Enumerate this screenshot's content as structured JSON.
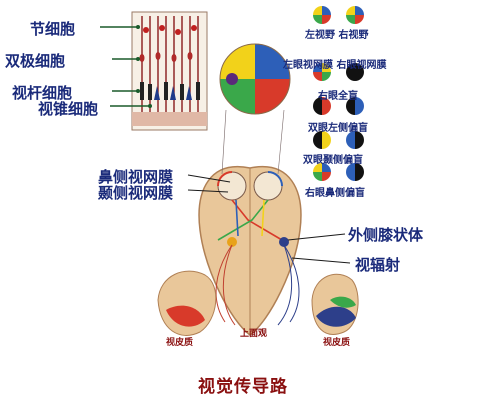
{
  "labels": {
    "ganglion_cell": "节细胞",
    "bipolar_cell": "双极细胞",
    "rod_cell": "视杆细胞",
    "cone_cell": "视锥细胞",
    "nasal_retina": "鼻侧视网膜",
    "temporal_retina": "颞侧视网膜",
    "lateral_geniculate_body": "外侧膝状体",
    "optic_radiation": "视辐射",
    "visual_cortex_left": "视皮质",
    "visual_cortex_right": "视皮质",
    "top_view": "上面观"
  },
  "right_legend": {
    "fields": "左视野 右视野",
    "retinas": "左眼视网膜 右眼视网膜",
    "blind_right": "右眼全盲",
    "hemianopia_left": "双眼左侧偏盲",
    "hemianopia_temporal": "双眼颞侧偏盲",
    "hemianopia_nasal_right": "右眼鼻侧偏盲"
  },
  "title": "视觉传导路",
  "colors": {
    "label_blue": "#1a2a7a",
    "title_red": "#8a1010",
    "field_yellow": "#f2d21a",
    "field_blue": "#2d5fb8",
    "field_green": "#3aa84a",
    "field_red": "#d83a2a",
    "brain_tan": "#e9c79a"
  }
}
